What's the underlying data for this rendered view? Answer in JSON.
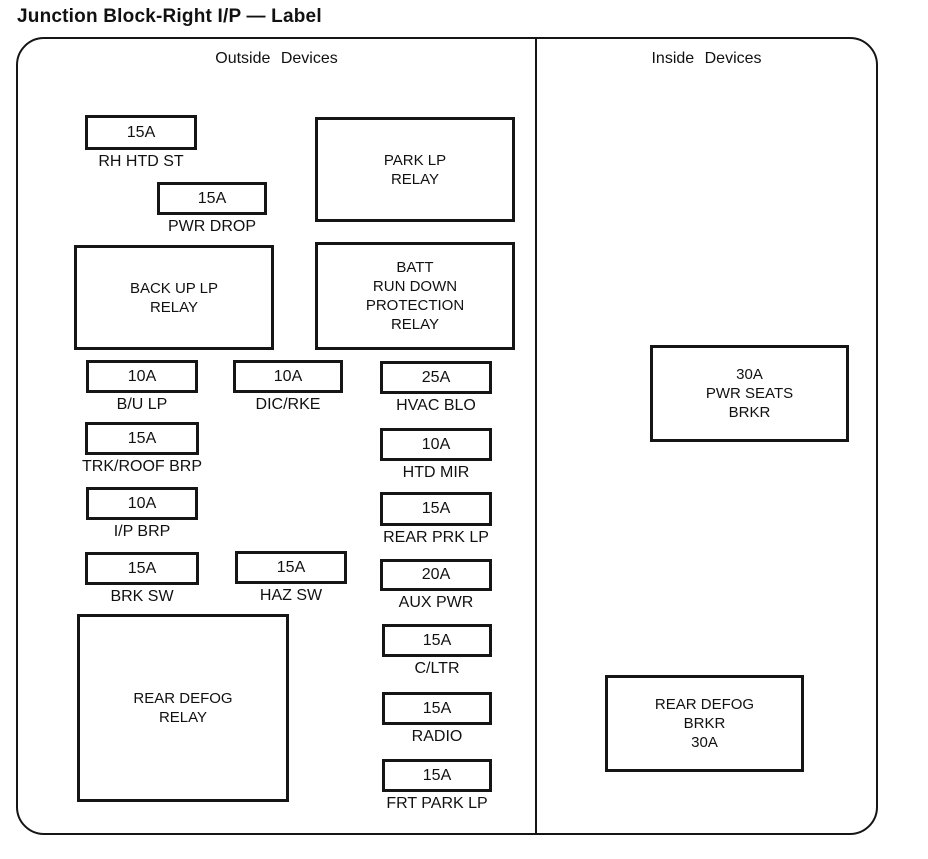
{
  "title": "Junction Block-Right I/P — Label",
  "outside": {
    "header": "Outside Devices",
    "fuses": [
      {
        "amps": "15A",
        "label": "RH HTD ST"
      },
      {
        "amps": "15A",
        "label": "PWR DROP"
      },
      {
        "amps": "10A",
        "label": "B/U LP"
      },
      {
        "amps": "10A",
        "label": "DIC/RKE"
      },
      {
        "amps": "25A",
        "label": "HVAC BLO"
      },
      {
        "amps": "15A",
        "label": "TRK/ROOF BRP"
      },
      {
        "amps": "10A",
        "label": "HTD MIR"
      },
      {
        "amps": "10A",
        "label": "I/P BRP"
      },
      {
        "amps": "15A",
        "label": "REAR PRK LP"
      },
      {
        "amps": "15A",
        "label": "BRK SW"
      },
      {
        "amps": "15A",
        "label": "HAZ SW"
      },
      {
        "amps": "20A",
        "label": "AUX PWR"
      },
      {
        "amps": "15A",
        "label": "C/LTR"
      },
      {
        "amps": "15A",
        "label": "RADIO"
      },
      {
        "amps": "15A",
        "label": "FRT PARK LP"
      }
    ],
    "relays": [
      {
        "text": "BACK UP LP\nRELAY"
      },
      {
        "text": "PARK LP\nRELAY"
      },
      {
        "text": "BATT\nRUN DOWN\nPROTECTION\nRELAY"
      },
      {
        "text": "REAR DEFOG\nRELAY"
      }
    ]
  },
  "inside": {
    "header": "Inside Devices",
    "breakers": [
      {
        "text": "30A\nPWR SEATS\nBRKR"
      },
      {
        "text": "REAR DEFOG\nBRKR\n30A"
      }
    ]
  }
}
